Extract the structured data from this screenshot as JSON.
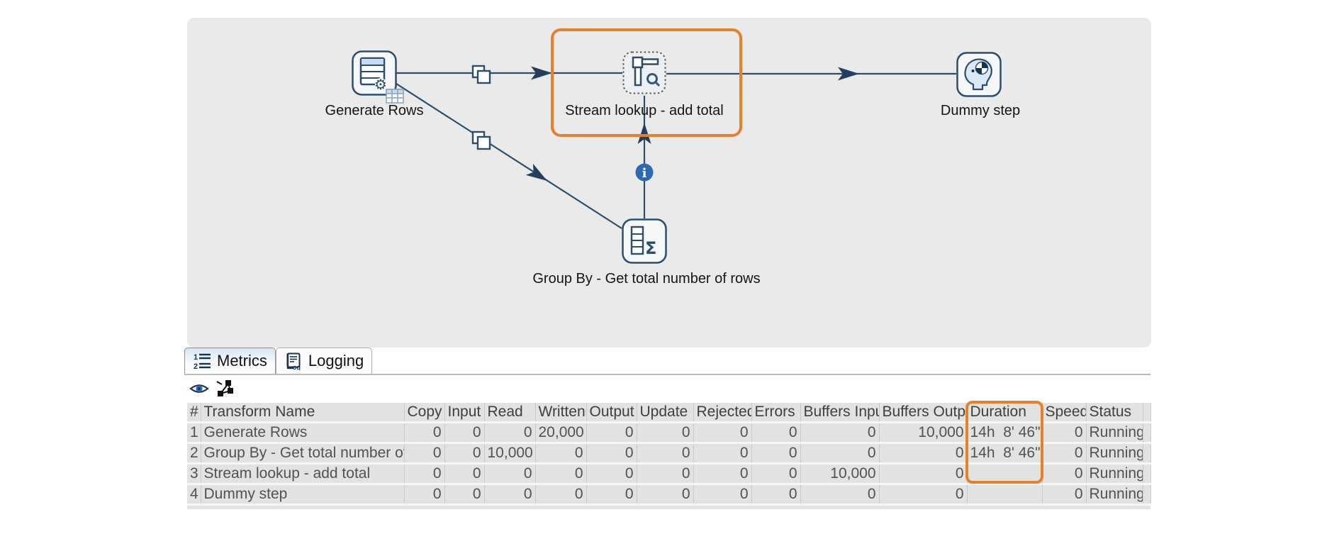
{
  "canvas": {
    "steps": [
      {
        "name": "Generate Rows",
        "icon": "generate-rows-icon"
      },
      {
        "name": "Stream lookup - add total",
        "icon": "stream-lookup-icon",
        "selected": true
      },
      {
        "name": "Dummy step",
        "icon": "dummy-step-icon"
      },
      {
        "name": "Group By - Get total number of rows",
        "icon": "group-by-icon"
      }
    ]
  },
  "tabs": [
    {
      "label": "Metrics",
      "icon": "metrics-tab-icon",
      "active": true
    },
    {
      "label": "Logging",
      "icon": "logging-tab-icon",
      "active": false
    }
  ],
  "icons": {
    "metrics-tab-icon": "numbered-list",
    "logging-tab-icon": "log-document",
    "preview-eye-icon": "eye",
    "graph-icon": "node-triangle",
    "generate-rows-icon": "table-with-gear",
    "stream-lookup-icon": "tee-with-magnifier",
    "dummy-step-icon": "head-with-checker-disc",
    "group-by-icon": "rows-with-sigma",
    "copy-icon": "overlapping-squares",
    "info-icon": "i-in-circle"
  },
  "colors": {
    "accent_orange": "#e5802c",
    "hop_blue": "#2e4d6b",
    "info_blue": "#2d6ab2",
    "canvas_bg": "#eaeaea",
    "table_bg": "#e2e2e2"
  },
  "highlights": {
    "selected_step": "Stream lookup - add total",
    "highlighted_column": "Duration"
  },
  "metrics_table": {
    "columns": [
      "#",
      "Transform Name",
      "Copy",
      "Input",
      "Read",
      "Written",
      "Output",
      "Update",
      "Rejected",
      "Errors",
      "Buffers Input",
      "Buffers Output",
      "Duration",
      "Speed",
      "Status"
    ],
    "rows": [
      [
        "1",
        "Generate Rows",
        "0",
        "0",
        "0",
        "20,000",
        "0",
        "0",
        "0",
        "0",
        "0",
        "10,000",
        "14h  8' 46\"",
        "0",
        "Running"
      ],
      [
        "2",
        "Group By - Get total number of rows",
        "0",
        "0",
        "10,000",
        "0",
        "0",
        "0",
        "0",
        "0",
        "0",
        "0",
        "14h  8' 46\"",
        "0",
        "Running"
      ],
      [
        "3",
        "Stream lookup - add total",
        "0",
        "0",
        "0",
        "0",
        "0",
        "0",
        "0",
        "0",
        "10,000",
        "0",
        "",
        "0",
        "Running"
      ],
      [
        "4",
        "Dummy step",
        "0",
        "0",
        "0",
        "0",
        "0",
        "0",
        "0",
        "0",
        "0",
        "0",
        "",
        "0",
        "Running"
      ]
    ]
  }
}
